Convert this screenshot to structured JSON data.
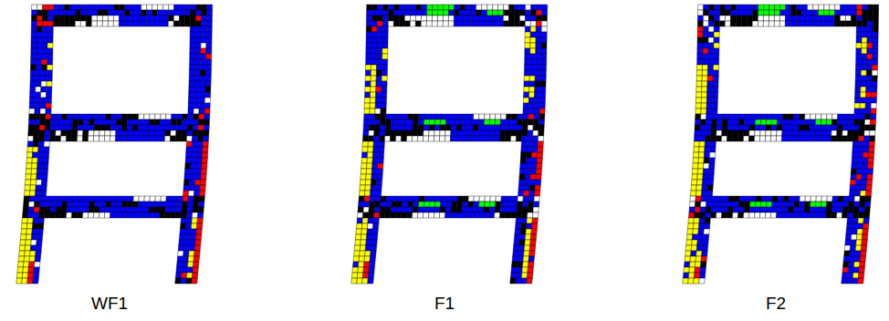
{
  "diagram": {
    "labels": [
      "WF1",
      "F1",
      "F2"
    ]
  }
}
